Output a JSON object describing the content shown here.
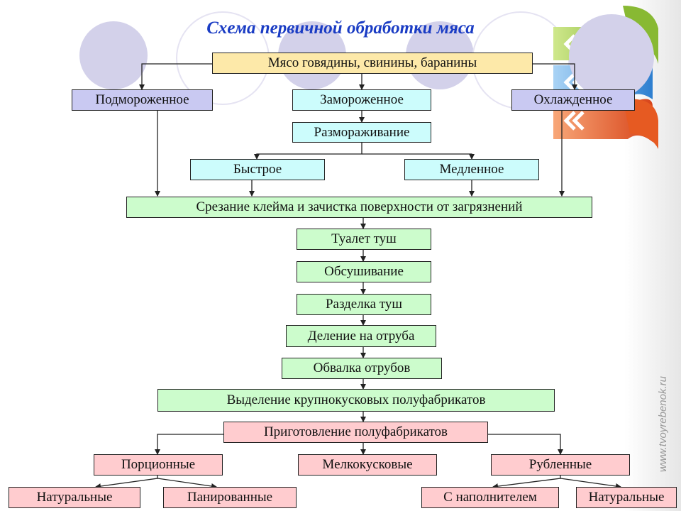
{
  "title": "Схема первичной обработки мяса",
  "watermark": "www.tvoyrebenok.ru",
  "colors": {
    "title": "#1a3cc4",
    "yellow": "#fde9a9",
    "lavender": "#c9c9f2",
    "cyan": "#ccfcfc",
    "green": "#ccfccc",
    "pink": "#ffcccf"
  },
  "nodes": {
    "raw_meat": "Мясо говядины, свинины, баранины",
    "subfrozen": "Подмороженное",
    "frozen": "Замороженное",
    "chilled": "Охлажденное",
    "thawing": "Размораживание",
    "fast": "Быстрое",
    "slow": "Медленное",
    "stamp_cleaning": "Срезание клейма и зачистка поверхности от загрязнений",
    "carcass_toilet": "Туалет туш",
    "drying": "Обсушивание",
    "cutting": "Разделка туш",
    "division_cuts": "Деление на отруба",
    "deboning": "Обвалка отрубов",
    "large_pieces": "Выделение крупнокусковых полуфабрикатов",
    "semi_products": "Приготовление полуфабрикатов",
    "portion": "Порционные",
    "small_pieces": "Мелкокусковые",
    "chopped": "Рубленные",
    "natural_left": "Натуральные",
    "breaded": "Панированные",
    "with_filler": "С наполнителем",
    "natural_right": "Натуральные"
  }
}
